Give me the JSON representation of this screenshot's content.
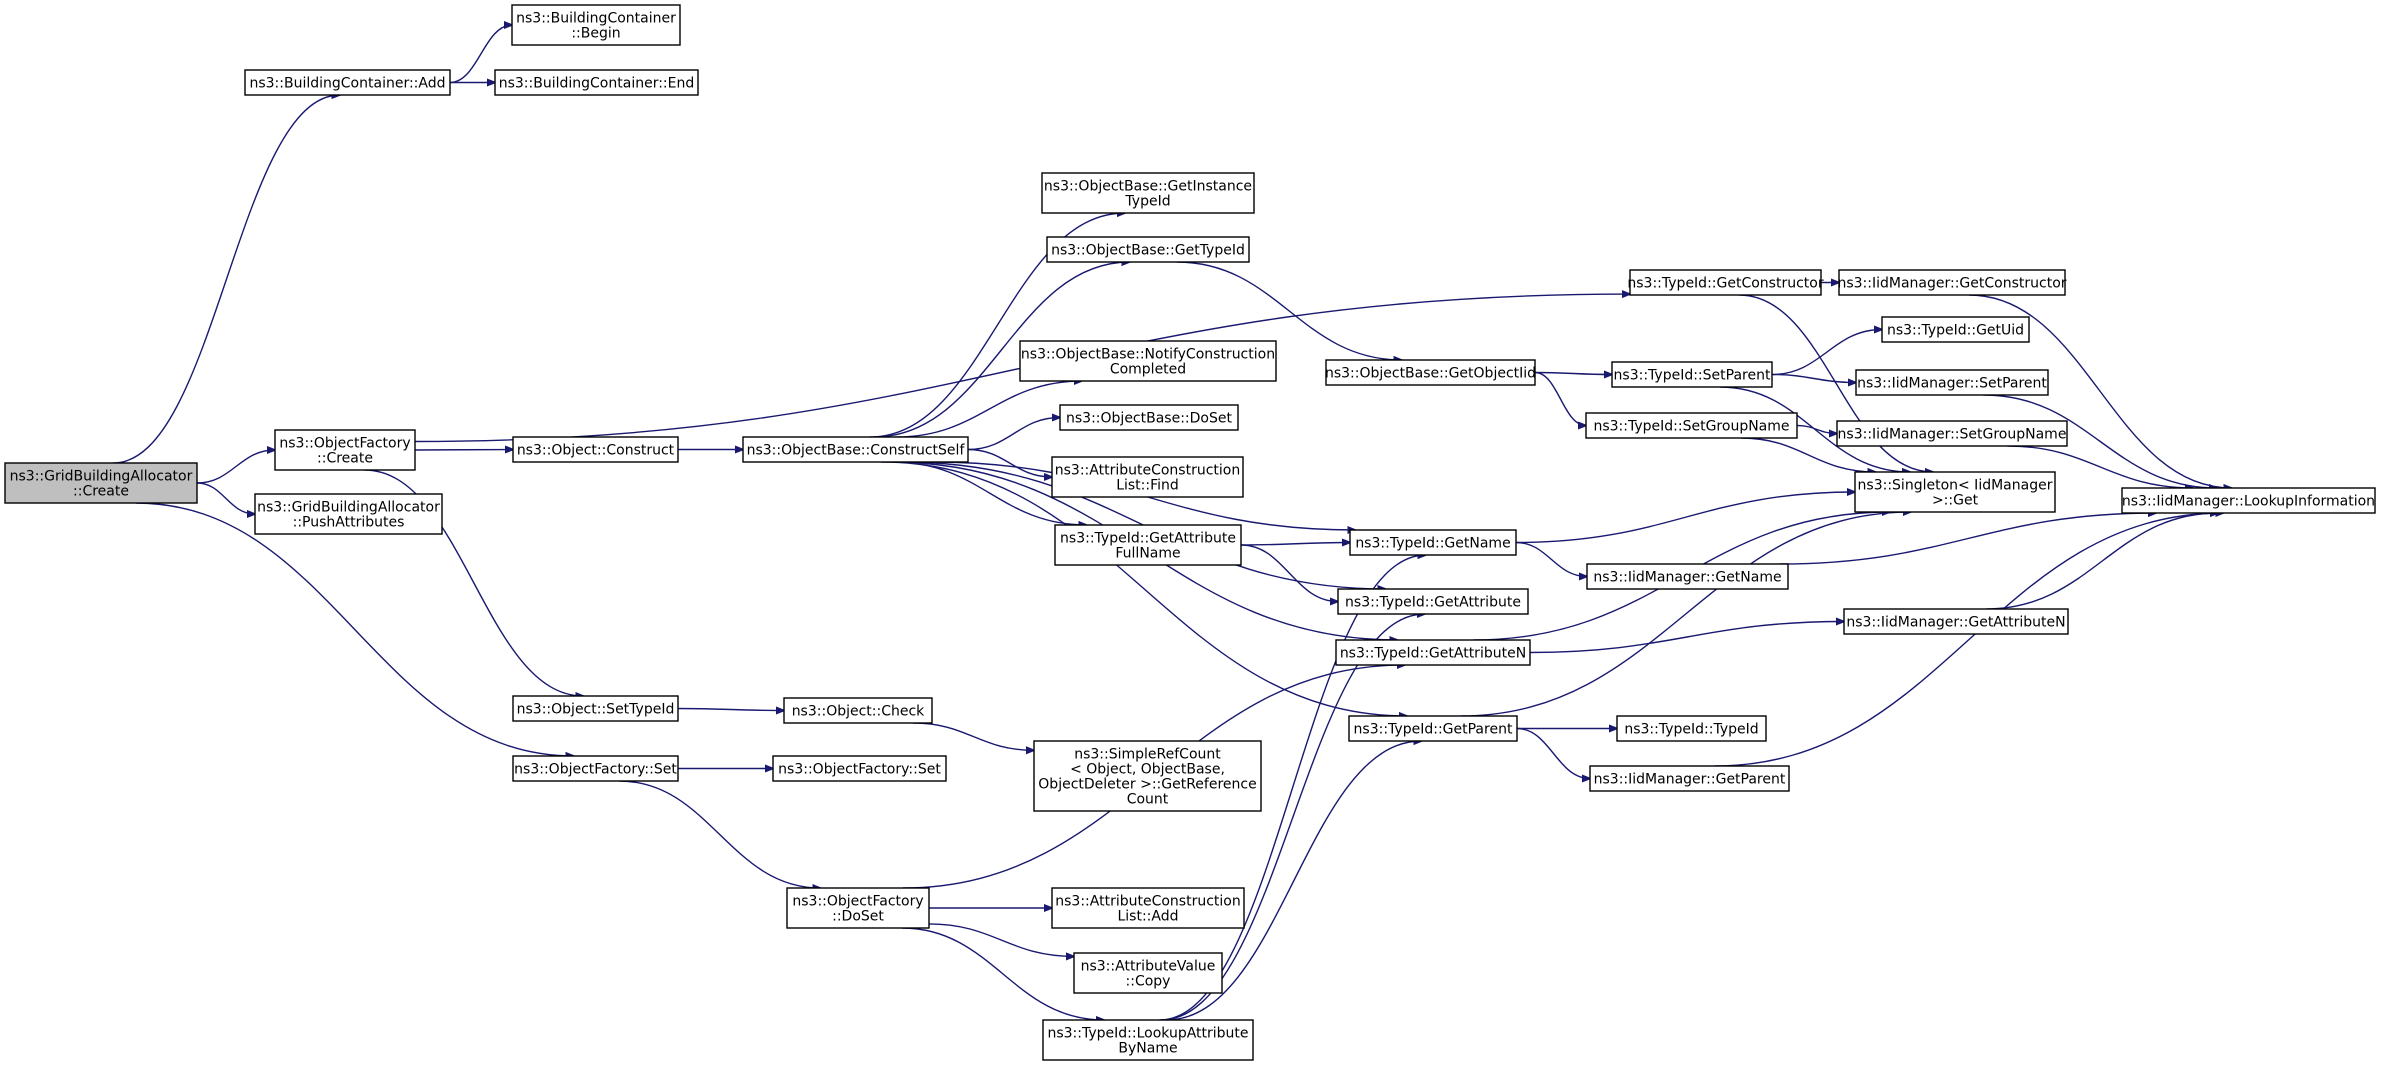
{
  "graph": {
    "nodes": [
      {
        "id": "root",
        "lines": [
          "ns3::GridBuildingAllocator",
          "::Create"
        ],
        "root": true
      },
      {
        "id": "bc_add",
        "lines": [
          "ns3::BuildingContainer::Add"
        ]
      },
      {
        "id": "bc_begin",
        "lines": [
          "ns3::BuildingContainer",
          "::Begin"
        ]
      },
      {
        "id": "bc_end",
        "lines": [
          "ns3::BuildingContainer::End"
        ]
      },
      {
        "id": "of_create",
        "lines": [
          "ns3::ObjectFactory",
          "::Create"
        ]
      },
      {
        "id": "gba_push",
        "lines": [
          "ns3::GridBuildingAllocator",
          "::PushAttributes"
        ]
      },
      {
        "id": "obj_construct",
        "lines": [
          "ns3::Object::Construct"
        ]
      },
      {
        "id": "ob_constructself",
        "lines": [
          "ns3::ObjectBase::ConstructSelf"
        ]
      },
      {
        "id": "ob_getinstance",
        "lines": [
          "ns3::ObjectBase::GetInstance",
          "TypeId"
        ]
      },
      {
        "id": "ob_gettypeid",
        "lines": [
          "ns3::ObjectBase::GetTypeId"
        ]
      },
      {
        "id": "ob_notify",
        "lines": [
          "ns3::ObjectBase::NotifyConstruction",
          "Completed"
        ]
      },
      {
        "id": "ob_doset",
        "lines": [
          "ns3::ObjectBase::DoSet"
        ]
      },
      {
        "id": "acl_find",
        "lines": [
          "ns3::AttributeConstruction",
          "List::Find"
        ]
      },
      {
        "id": "tid_getattrfull",
        "lines": [
          "ns3::TypeId::GetAttribute",
          "FullName"
        ]
      },
      {
        "id": "ob_getobjectiid",
        "lines": [
          "ns3::ObjectBase::GetObjectIid"
        ]
      },
      {
        "id": "tid_getname",
        "lines": [
          "ns3::TypeId::GetName"
        ]
      },
      {
        "id": "tid_getattribute",
        "lines": [
          "ns3::TypeId::GetAttribute"
        ]
      },
      {
        "id": "tid_getattributen",
        "lines": [
          "ns3::TypeId::GetAttributeN"
        ]
      },
      {
        "id": "tid_getparent",
        "lines": [
          "ns3::TypeId::GetParent"
        ]
      },
      {
        "id": "tid_getconstructor",
        "lines": [
          "ns3::TypeId::GetConstructor"
        ]
      },
      {
        "id": "tid_setparent",
        "lines": [
          "ns3::TypeId::SetParent"
        ]
      },
      {
        "id": "tid_setgroupname",
        "lines": [
          "ns3::TypeId::SetGroupName"
        ]
      },
      {
        "id": "iid_getconstructor",
        "lines": [
          "ns3::IidManager::GetConstructor"
        ]
      },
      {
        "id": "tid_getuid",
        "lines": [
          "ns3::TypeId::GetUid"
        ]
      },
      {
        "id": "iid_setparent",
        "lines": [
          "ns3::IidManager::SetParent"
        ]
      },
      {
        "id": "iid_setgroupname",
        "lines": [
          "ns3::IidManager::SetGroupName"
        ]
      },
      {
        "id": "singleton_get",
        "lines": [
          "ns3::Singleton< IidManager",
          ">::Get"
        ]
      },
      {
        "id": "iid_lookupinfo",
        "lines": [
          "ns3::IidManager::LookupInformation"
        ]
      },
      {
        "id": "iid_getname",
        "lines": [
          "ns3::IidManager::GetName"
        ]
      },
      {
        "id": "iid_getattributen",
        "lines": [
          "ns3::IidManager::GetAttributeN"
        ]
      },
      {
        "id": "tid_typeid",
        "lines": [
          "ns3::TypeId::TypeId"
        ]
      },
      {
        "id": "iid_getparent",
        "lines": [
          "ns3::IidManager::GetParent"
        ]
      },
      {
        "id": "obj_settypeid",
        "lines": [
          "ns3::Object::SetTypeId"
        ]
      },
      {
        "id": "obj_check",
        "lines": [
          "ns3::Object::Check"
        ]
      },
      {
        "id": "src_getrefcount",
        "lines": [
          "ns3::SimpleRefCount",
          "< Object, ObjectBase,",
          "ObjectDeleter >::GetReference",
          "Count"
        ]
      },
      {
        "id": "of_set",
        "lines": [
          "ns3::ObjectFactory::Set"
        ]
      },
      {
        "id": "of_set2",
        "lines": [
          "ns3::ObjectFactory::Set"
        ]
      },
      {
        "id": "of_doset",
        "lines": [
          "ns3::ObjectFactory",
          "::DoSet"
        ]
      },
      {
        "id": "acl_add",
        "lines": [
          "ns3::AttributeConstruction",
          "List::Add"
        ]
      },
      {
        "id": "av_copy",
        "lines": [
          "ns3::AttributeValue",
          "::Copy"
        ]
      },
      {
        "id": "tid_lookupattr",
        "lines": [
          "ns3::TypeId::LookupAttribute",
          "ByName"
        ]
      }
    ],
    "edges": [
      [
        "root",
        "bc_add"
      ],
      [
        "root",
        "of_create"
      ],
      [
        "root",
        "gba_push"
      ],
      [
        "root",
        "of_set"
      ],
      [
        "bc_add",
        "bc_begin"
      ],
      [
        "bc_add",
        "bc_end"
      ],
      [
        "of_create",
        "tid_getconstructor"
      ],
      [
        "of_create",
        "obj_construct"
      ],
      [
        "of_create",
        "obj_settypeid"
      ],
      [
        "obj_construct",
        "ob_constructself"
      ],
      [
        "ob_constructself",
        "ob_getinstance"
      ],
      [
        "ob_constructself",
        "ob_gettypeid"
      ],
      [
        "ob_constructself",
        "tid_getname"
      ],
      [
        "ob_constructself",
        "ob_notify"
      ],
      [
        "ob_constructself",
        "ob_doset"
      ],
      [
        "ob_constructself",
        "acl_find"
      ],
      [
        "ob_constructself",
        "tid_getattrfull"
      ],
      [
        "ob_constructself",
        "tid_getattribute"
      ],
      [
        "ob_constructself",
        "tid_getattributen"
      ],
      [
        "ob_constructself",
        "tid_getparent"
      ],
      [
        "ob_gettypeid",
        "ob_getobjectiid"
      ],
      [
        "ob_getobjectiid",
        "tid_setparent"
      ],
      [
        "ob_getobjectiid",
        "tid_setgroupname"
      ],
      [
        "tid_getattrfull",
        "tid_getname"
      ],
      [
        "tid_getattrfull",
        "tid_getattribute"
      ],
      [
        "tid_getname",
        "singleton_get"
      ],
      [
        "tid_getname",
        "iid_getname"
      ],
      [
        "tid_getattributen",
        "singleton_get"
      ],
      [
        "tid_getattributen",
        "iid_getattributen"
      ],
      [
        "tid_getparent",
        "singleton_get"
      ],
      [
        "tid_getparent",
        "tid_typeid"
      ],
      [
        "tid_getparent",
        "iid_getparent"
      ],
      [
        "tid_getconstructor",
        "iid_getconstructor"
      ],
      [
        "tid_getconstructor",
        "singleton_get"
      ],
      [
        "tid_setparent",
        "tid_getuid"
      ],
      [
        "tid_setparent",
        "iid_setparent"
      ],
      [
        "tid_setparent",
        "singleton_get"
      ],
      [
        "tid_setgroupname",
        "iid_setgroupname"
      ],
      [
        "tid_setgroupname",
        "singleton_get"
      ],
      [
        "iid_getconstructor",
        "iid_lookupinfo"
      ],
      [
        "iid_setparent",
        "iid_lookupinfo"
      ],
      [
        "iid_setgroupname",
        "iid_lookupinfo"
      ],
      [
        "iid_getname",
        "iid_lookupinfo"
      ],
      [
        "iid_getattributen",
        "iid_lookupinfo"
      ],
      [
        "iid_getparent",
        "iid_lookupinfo"
      ],
      [
        "obj_settypeid",
        "obj_check"
      ],
      [
        "obj_check",
        "src_getrefcount"
      ],
      [
        "of_set",
        "of_set2"
      ],
      [
        "of_set",
        "of_doset"
      ],
      [
        "of_doset",
        "tid_getattributen"
      ],
      [
        "of_doset",
        "acl_add"
      ],
      [
        "of_doset",
        "av_copy"
      ],
      [
        "of_doset",
        "tid_lookupattr"
      ],
      [
        "tid_lookupattr",
        "tid_getname"
      ],
      [
        "tid_lookupattr",
        "tid_getattribute"
      ],
      [
        "tid_lookupattr",
        "tid_getparent"
      ]
    ]
  }
}
